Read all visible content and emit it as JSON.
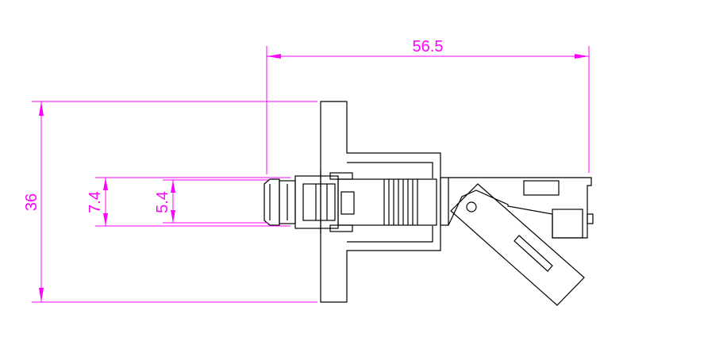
{
  "dimensions": {
    "overall_length": "56.5",
    "flange_height": "36",
    "outer_diameter": "7.4",
    "inner_diameter": "5.4"
  },
  "colors": {
    "dimension": "#ff00ff",
    "outline": "#000000",
    "background": "#ffffff"
  }
}
